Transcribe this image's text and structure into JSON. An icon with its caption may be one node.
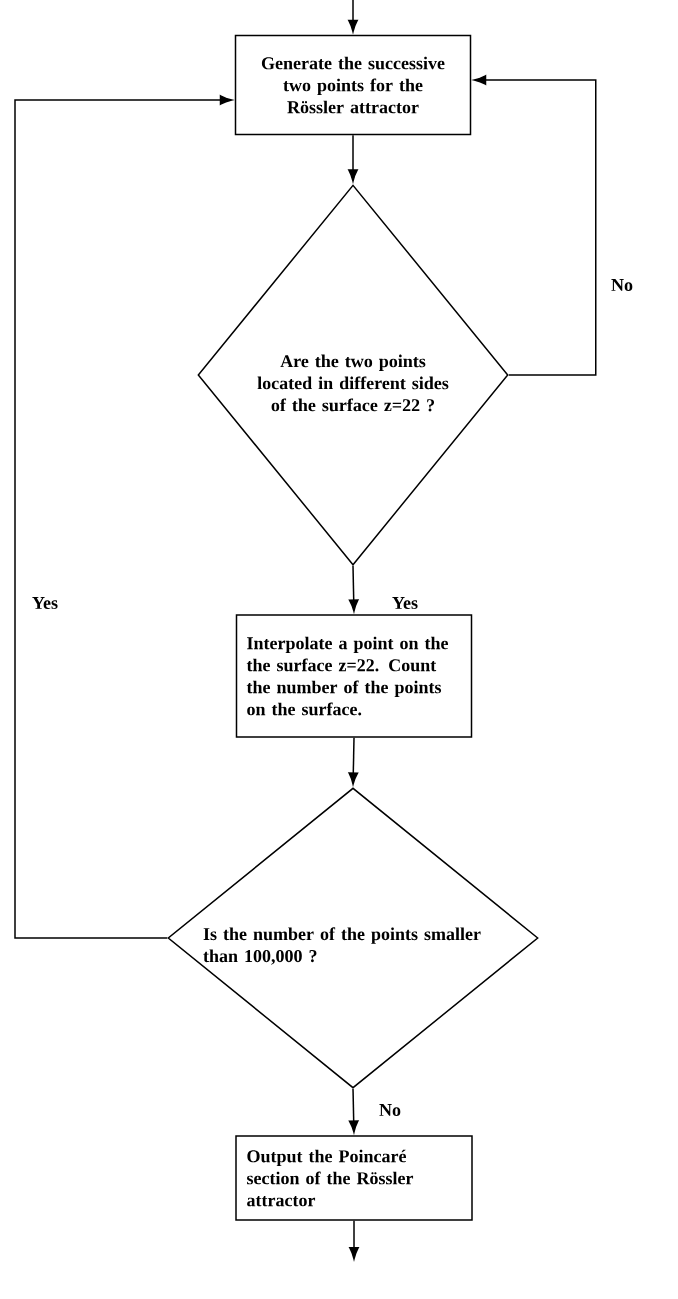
{
  "diagram": {
    "nodes": [
      {
        "text": [
          "Generate the successive two points for the Rössler attractor"
        ]
      },
      {
        "text": [
          "Are the two points located in different sides of the surface z=22 ?"
        ]
      },
      {
        "text": [
          "Interpolate a point on the the surface z=22. Count the number of the points on the surface."
        ]
      },
      {
        "text": [
          "Is the number of the points smaller than 100,000 ?"
        ]
      },
      {
        "text": [
          "Output the Poincaré section of the Rössler attractor"
        ]
      }
    ],
    "edges": [
      {
        "from": null,
        "to": 0,
        "arrow": "to"
      },
      {
        "from": 0,
        "to": 1,
        "arrow": "to"
      },
      {
        "from": 1,
        "to": 0,
        "arrow": "to",
        "label": "No"
      },
      {
        "from": 1,
        "to": 2,
        "arrow": "to",
        "label": "Yes"
      },
      {
        "from": 2,
        "to": 3,
        "arrow": "to"
      },
      {
        "from": 3,
        "to": 0,
        "arrow": "to",
        "label": "Yes"
      },
      {
        "from": 3,
        "to": 4,
        "arrow": "to",
        "label": "No"
      },
      {
        "from": 4,
        "to": null,
        "arrow": "to"
      }
    ]
  }
}
